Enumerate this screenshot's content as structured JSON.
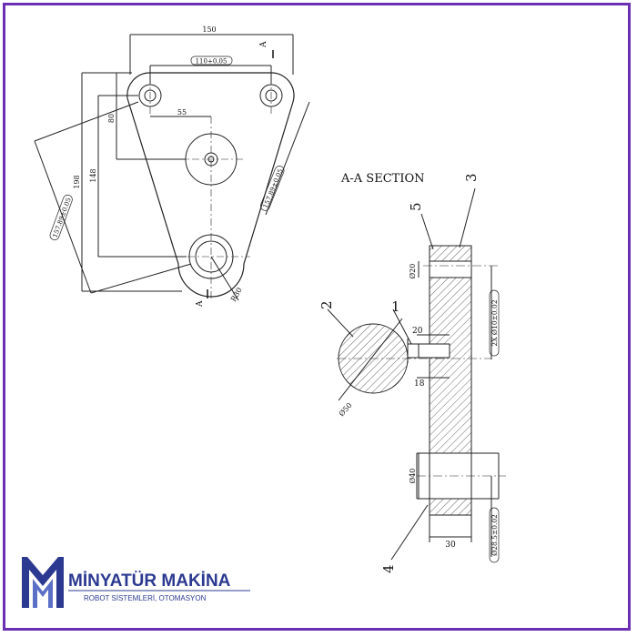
{
  "colors": {
    "frame": "#6b2fb3",
    "logo": "#2b3990",
    "line": "#222222"
  },
  "plate": {
    "dim_150": "150",
    "dim_110": "110+0.05",
    "dim_55": "55",
    "dim_80": "80",
    "dim_148": "148",
    "dim_198": "198",
    "dim_157a": "157.89±0.05",
    "dim_157b": "157.89±0.05",
    "dim_r30": "R30",
    "sec_a_top": "A",
    "sec_a_bottom": "A"
  },
  "section": {
    "title": "A-A SECTION",
    "balloon_1": "1",
    "balloon_2": "2",
    "balloon_3": "3",
    "balloon_4": "4",
    "balloon_5": "5",
    "dim_d20": "Ø20",
    "dim_20": "20",
    "dim_18": "18",
    "dim_d50": "Ø50",
    "dim_d40": "Ø40",
    "dim_30": "30",
    "dim_2x": "2X Ø10±0.02",
    "dim_28": "Ø28.5±0.02"
  },
  "logo": {
    "name": "MİNYATÜR MAKİNA",
    "tagline": "ROBOT SİSTEMLERİ, OTOMASYON",
    "icon": "mm-logo-icon"
  }
}
